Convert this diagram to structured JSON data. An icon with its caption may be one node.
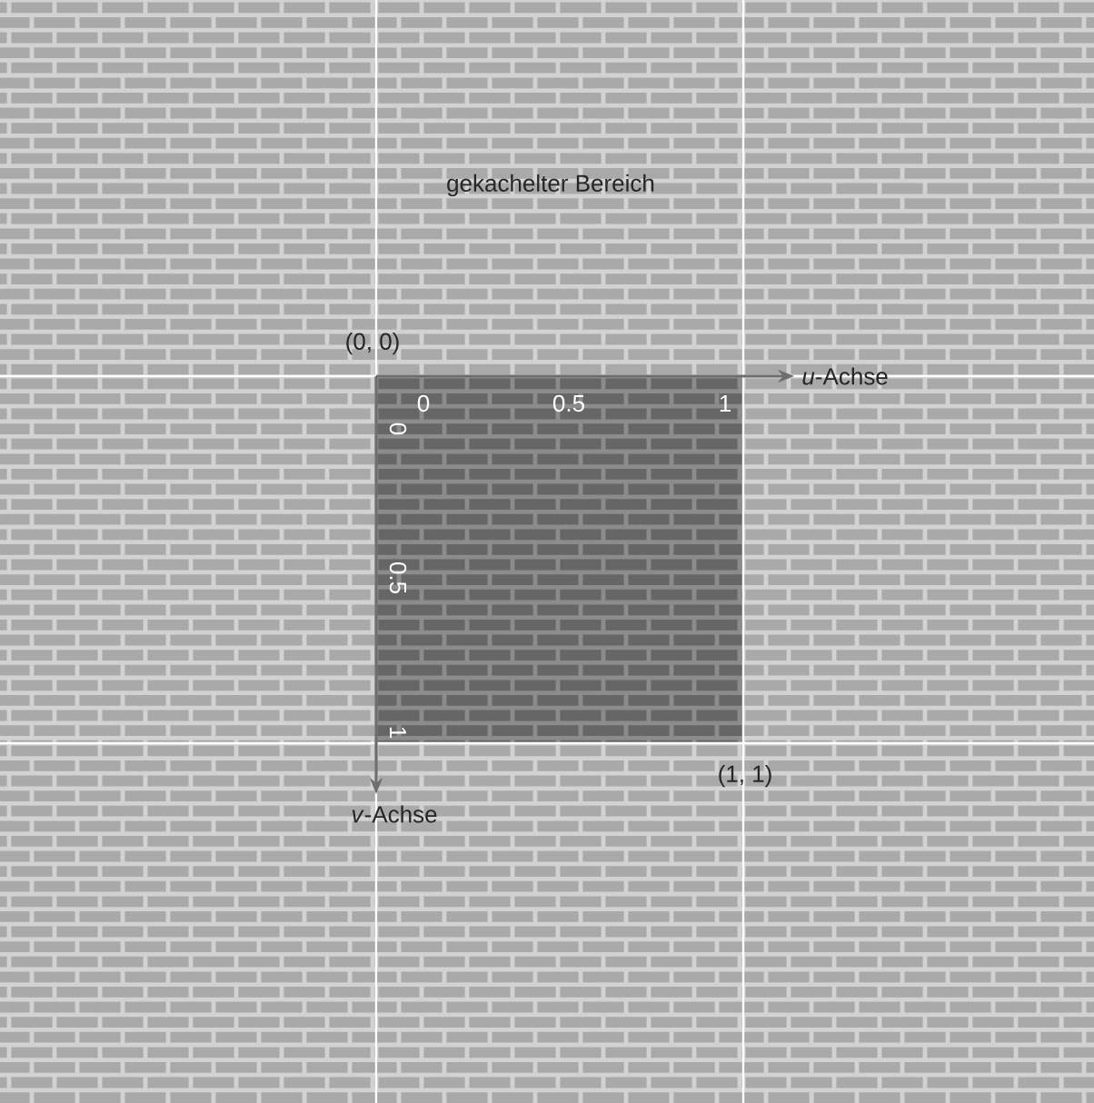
{
  "diagram": {
    "labels": [
      "gekachelter Bereich",
      "(0, 0)",
      "*u*-Achse",
      "0",
      "0.5",
      "1",
      "0",
      "0.5",
      "1",
      "*v*-Achse",
      "(1, 1)"
    ]
  }
}
